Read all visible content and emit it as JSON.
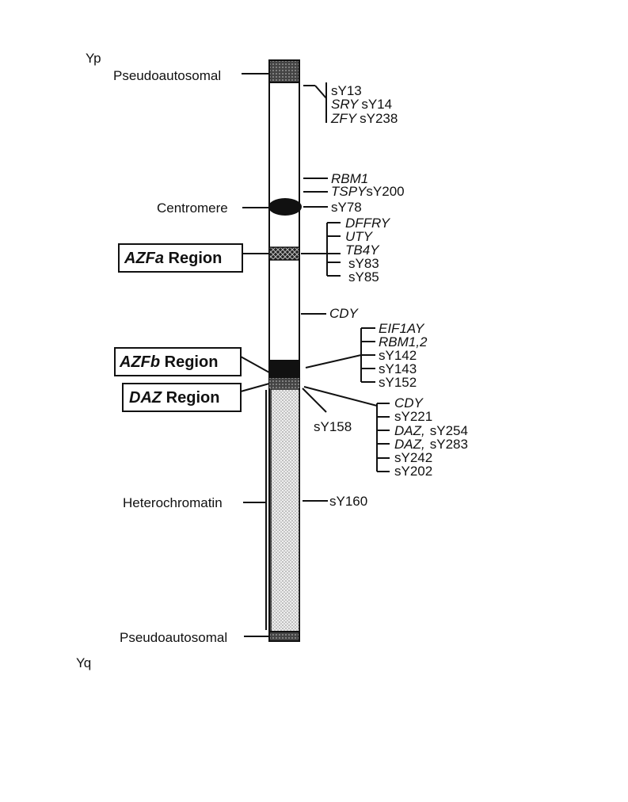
{
  "arm_labels": {
    "p": "Yp",
    "q": "Yq"
  },
  "left_labels": {
    "pseudo_top": "Pseudoautosomal",
    "centromere": "Centromere",
    "heterochromatin": "Heterochromatin",
    "pseudo_bottom": "Pseudoautosomal"
  },
  "regions": {
    "azfa": {
      "name": "AZFa",
      "word": " Region"
    },
    "azfb": {
      "name": "AZFb",
      "word": " Region"
    },
    "daz": {
      "name": "DAZ",
      "word": " Region"
    }
  },
  "markers": {
    "g1": [
      "sY13",
      "SRY",
      "sY14",
      "ZFY",
      "sY238"
    ],
    "rbm1": "RBM1",
    "tspy": "TSPY",
    "sy200": "sY200",
    "sy78": "sY78",
    "azfa_list": [
      "DFFRY",
      "UTY",
      "TB4Y",
      "sY83",
      "sY85"
    ],
    "cdy_mid": "CDY",
    "azfb_list": [
      "EIF1AY",
      "RBM1,2",
      "sY142",
      "sY143",
      "sY152"
    ],
    "sy158": "sY158",
    "daz_list": [
      "CDY",
      "sY221",
      "DAZ,",
      "sY254",
      "DAZ,",
      "sY283",
      "sY242",
      "sY202"
    ],
    "sy160": "sY160"
  },
  "colors": {
    "ink": "#111111",
    "stipple": "#d9d9d9",
    "band": "#1a1a1a"
  }
}
